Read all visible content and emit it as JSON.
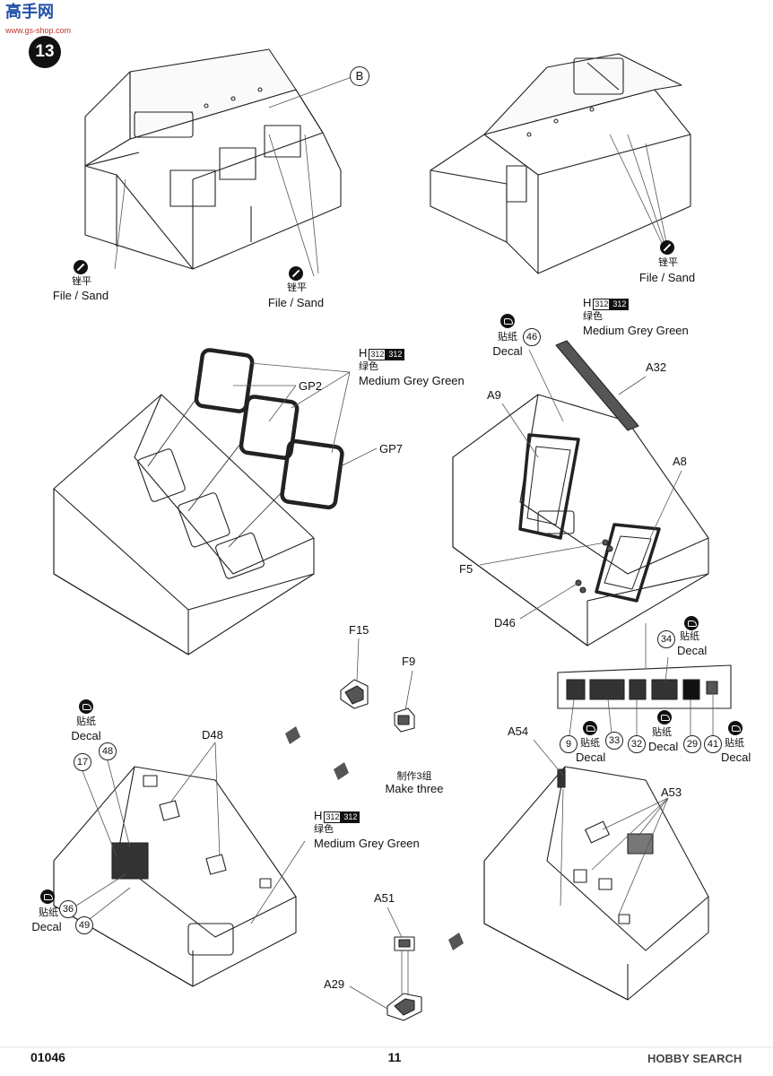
{
  "header": {
    "logo_text": "高手网",
    "logo_url": "www.gs-shop.com"
  },
  "step": {
    "number": "13"
  },
  "labels": {
    "b_marker": "B",
    "file_cn": "锉平",
    "file_en": "File / Sand",
    "decal_cn": "贴纸",
    "decal_en": "Decal",
    "color_code": "H",
    "color_num_outline": "312",
    "color_num_filled": "312",
    "color_cn": "绿色",
    "color_en": "Medium Grey Green",
    "make_three_cn": "制作3组",
    "make_three_en": "Make three"
  },
  "parts": {
    "gp2": "GP2",
    "gp7": "GP7",
    "a32": "A32",
    "a9": "A9",
    "a8": "A8",
    "f5": "F5",
    "d46": "D46",
    "f15": "F15",
    "f9": "F9",
    "d48": "D48",
    "a54": "A54",
    "a53": "A53",
    "a51": "A51",
    "a29": "A29"
  },
  "decal_numbers": {
    "n46": "46",
    "n34": "34",
    "n9": "9",
    "n33": "33",
    "n32": "32",
    "n29": "29",
    "n41": "41",
    "n17": "17",
    "n48": "48",
    "n36": "36",
    "n49": "49"
  },
  "footer": {
    "catalog": "01046",
    "page": "11",
    "brand": "HOBBY SEARCH"
  }
}
